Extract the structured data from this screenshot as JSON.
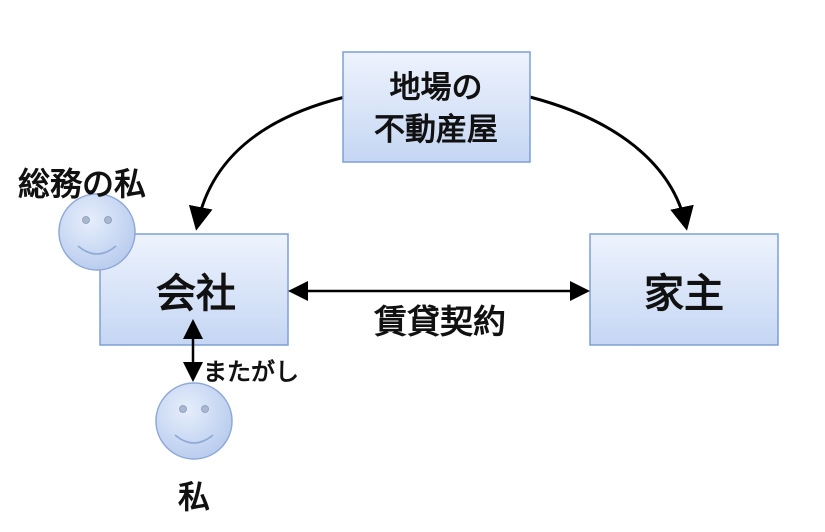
{
  "nodes": {
    "agent": {
      "line1": "地場の",
      "line2": "不動産屋"
    },
    "company": {
      "label": "会社"
    },
    "landlord": {
      "label": "家主"
    }
  },
  "edges": {
    "lease_label": "賃貸契約",
    "sublease_label": "またがし"
  },
  "people": {
    "general_affairs_label": "総務の私",
    "me_label": "私"
  },
  "colors": {
    "box_fill_top": "#eef3fd",
    "box_fill_bottom": "#c5d6f3",
    "box_border": "#7f9fd6",
    "face_fill": "#c9d8f2",
    "face_border": "#8fa8d6",
    "arrow": "#000000"
  }
}
